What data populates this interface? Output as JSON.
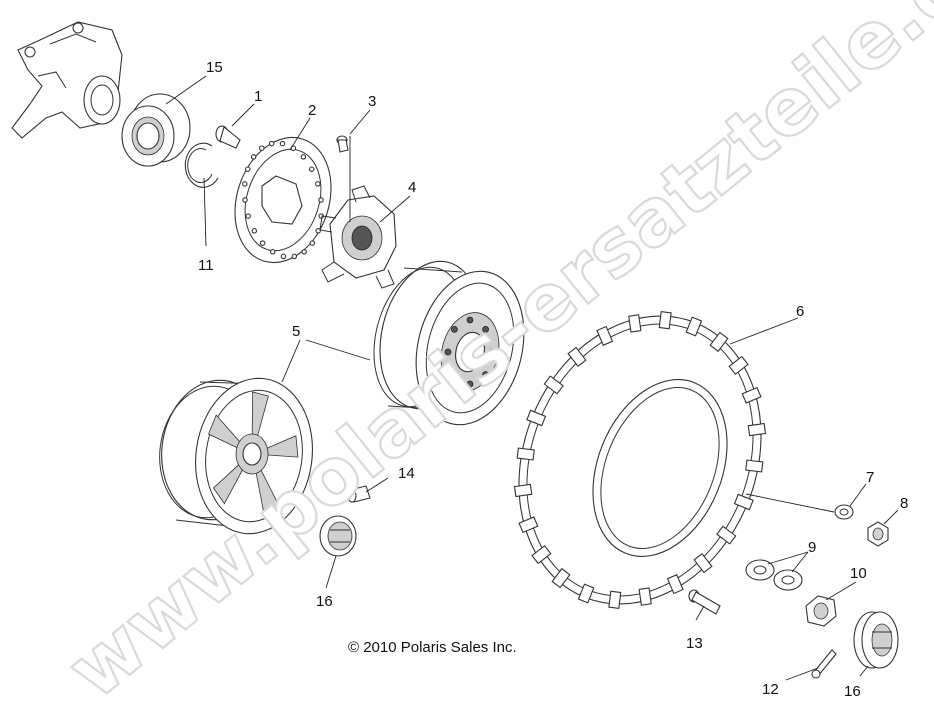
{
  "diagram": {
    "copyright": "© 2010 Polaris Sales Inc.",
    "watermark": "www.polaris-ersatzteile.de",
    "callouts": [
      {
        "id": "1",
        "label": "1"
      },
      {
        "id": "2",
        "label": "2"
      },
      {
        "id": "3",
        "label": "3"
      },
      {
        "id": "4",
        "label": "4"
      },
      {
        "id": "5",
        "label": "5"
      },
      {
        "id": "6",
        "label": "6"
      },
      {
        "id": "7",
        "label": "7"
      },
      {
        "id": "8",
        "label": "8"
      },
      {
        "id": "9",
        "label": "9"
      },
      {
        "id": "10",
        "label": "10"
      },
      {
        "id": "11",
        "label": "11"
      },
      {
        "id": "12",
        "label": "12"
      },
      {
        "id": "13",
        "label": "13"
      },
      {
        "id": "14",
        "label": "14"
      },
      {
        "id": "15",
        "label": "15"
      },
      {
        "id": "16a",
        "label": "16"
      },
      {
        "id": "16b",
        "label": "16"
      }
    ]
  }
}
